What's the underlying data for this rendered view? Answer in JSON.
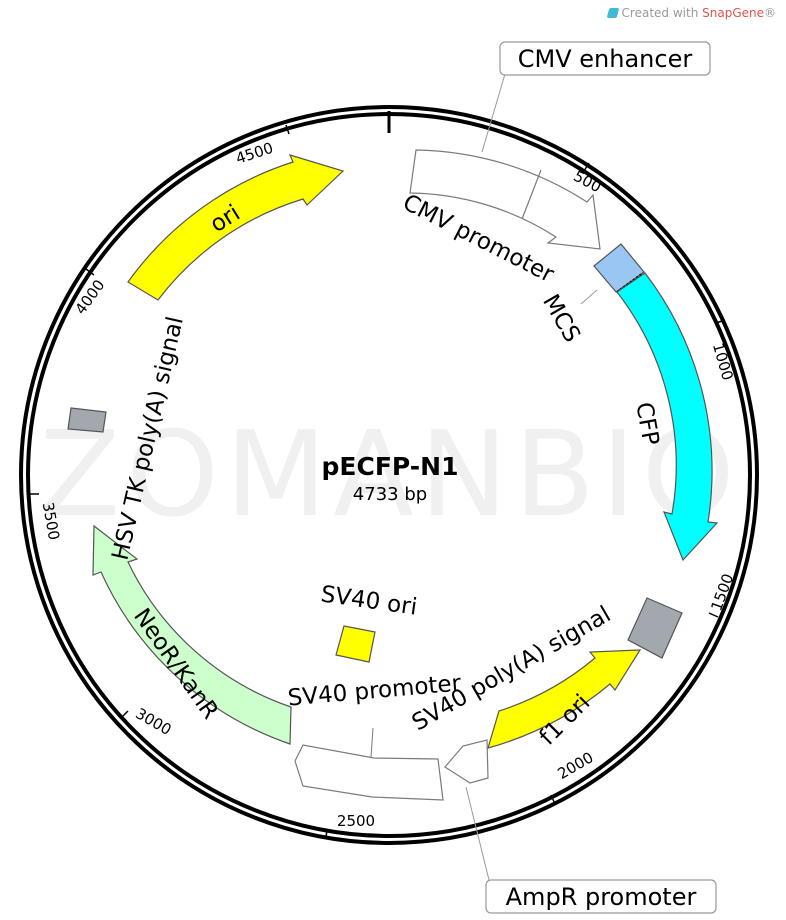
{
  "credit": {
    "prefix": "Created with ",
    "brand": "SnapGene",
    "suffix": "®"
  },
  "watermark": "ZOMANBIO",
  "plasmid": {
    "name": "pECFP-N1",
    "size": "4733 bp"
  },
  "ticks": [
    "500",
    "1000",
    "1500",
    "2000",
    "2500",
    "3000",
    "3500",
    "4000",
    "4500"
  ],
  "features": {
    "cmv_enhancer": "CMV enhancer",
    "cmv_promoter": "CMV promoter",
    "mcs": "MCS",
    "cfp": "CFP",
    "f1_ori": "f1 ori",
    "sv40_polya": "SV40 poly(A) signal",
    "ampr_promoter": "AmpR promoter",
    "sv40_promoter": "SV40 promoter",
    "sv40_ori": "SV40 ori",
    "neor_kanr": "NeoR/KanR",
    "hsv_tk_polya": "HSV TK poly(A) signal",
    "ori": "ori"
  },
  "colors": {
    "ori": "#ffff00",
    "cfp": "#00ffff",
    "mcs": "#99c6f2",
    "neor_kanr": "#ccffcc",
    "promoter": "#ffffff",
    "terminator": "#a2a8ae",
    "sv40_ori": "#ffff00"
  }
}
